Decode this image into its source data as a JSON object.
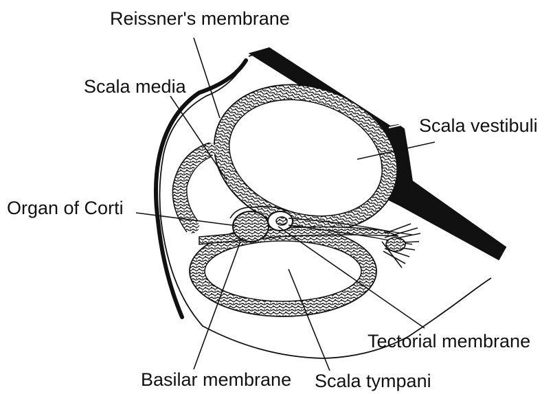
{
  "labels": {
    "reissners_membrane": "Reissner's membrane",
    "scala_media": "Scala media",
    "scala_vestibuli": "Scala vestibuli",
    "organ_of_corti": "Organ of Corti",
    "tectorial_membrane": "Tectorial membrane",
    "basilar_membrane": "Basilar membrane",
    "scala_tympani": "Scala tympani"
  },
  "colors": {
    "ink": "#111111",
    "background": "#ffffff"
  }
}
